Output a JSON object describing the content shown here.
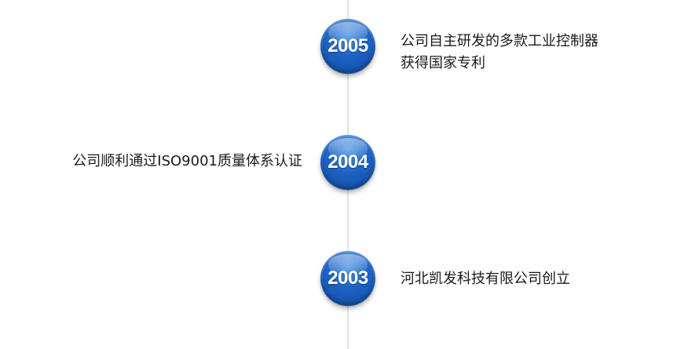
{
  "milestones": [
    {
      "year": "2005",
      "side": "right",
      "lines": [
        "公司自主研发的多款工业控制器",
        "获得国家专利"
      ]
    },
    {
      "year": "2004",
      "side": "left",
      "lines": [
        "公司顺利通过ISO9001质量体系认证"
      ]
    },
    {
      "year": "2003",
      "side": "right",
      "lines": [
        "河北凯发科技有限公司创立"
      ]
    }
  ],
  "colors": {
    "badge": "#1e63c4",
    "line": "#e3e3e3",
    "text": "#1a1a1a"
  }
}
